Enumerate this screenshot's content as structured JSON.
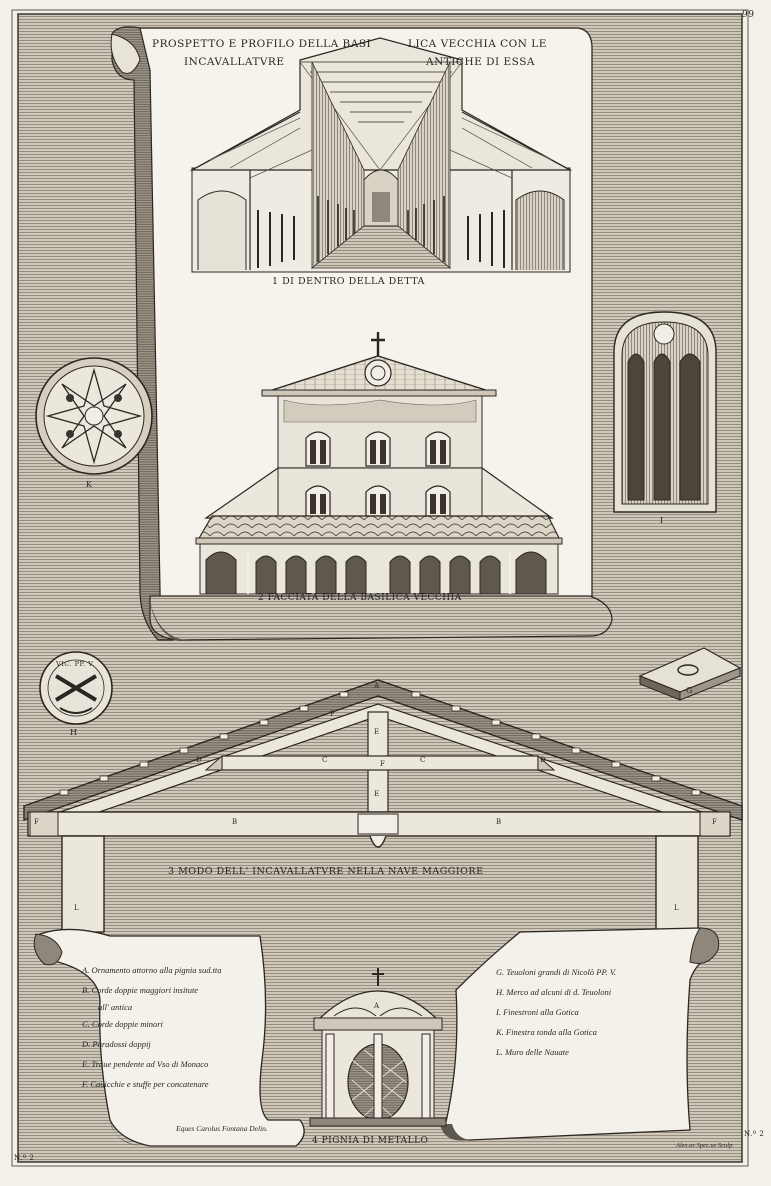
{
  "plate": {
    "page_number": "99",
    "corner_bottom_left": "N.º 2",
    "corner_bottom_right": "N.º 2",
    "engraver_credit": "Alex.us Spec.us Sculp.",
    "draftsman_credit": "Eques Carolus Fontana Delin."
  },
  "banner": {
    "line1_left": "PROSPETTO E PROFILO DELLA BASI",
    "line1_right": "LICA VECCHIA CON LE",
    "line2_left": "INCAVALLATVRE",
    "line2_right": "ANTICHE DI ESSA"
  },
  "captions": {
    "interior": "1  DI  DENTRO  DELLA  DETTA",
    "facade": "2  FACCIATA  DELLA  BASILICA  VECCHIA",
    "truss": "3  MODO  DELL'  INCAVALLATVRE  NELLA  NAVE  MAGGIORE",
    "pinecone": "4  PIGNIA  DI  METALLO"
  },
  "letters": {
    "rose": "K",
    "window": "I",
    "coin": "H",
    "coin_inscription": "VIC. PP. V.",
    "block": "G",
    "pinecone_top": "A",
    "truss_A": "A",
    "truss_B": "B",
    "truss_C": "C",
    "truss_D": "D",
    "truss_E": "E",
    "truss_F": "F",
    "truss_L": "L"
  },
  "legend_left": [
    "A. Ornamento attorno alla pignia sud.tta",
    "B. Corde doppie maggiori insitute",
    "all' antica",
    "C. Corde doppie minori",
    "D. Paradossi doppij",
    "E. Traue pendente ad Vso di Monaco",
    "F. Cauicchie e stuffe per concatenare"
  ],
  "legend_right": [
    "G. Teuoloni grandi di Nicolò PP. V.",
    "H. Merco ad alcuni di d. Teuoloni",
    "I. Finestroni alla Gotica",
    "K. Finestra tonda alla Gotica",
    "L. Muro delle Nauate"
  ],
  "colors": {
    "paper": "#f3f0e8",
    "ink": "#2a2520",
    "hatch": "#8f877b",
    "shade": "#6e665b"
  }
}
